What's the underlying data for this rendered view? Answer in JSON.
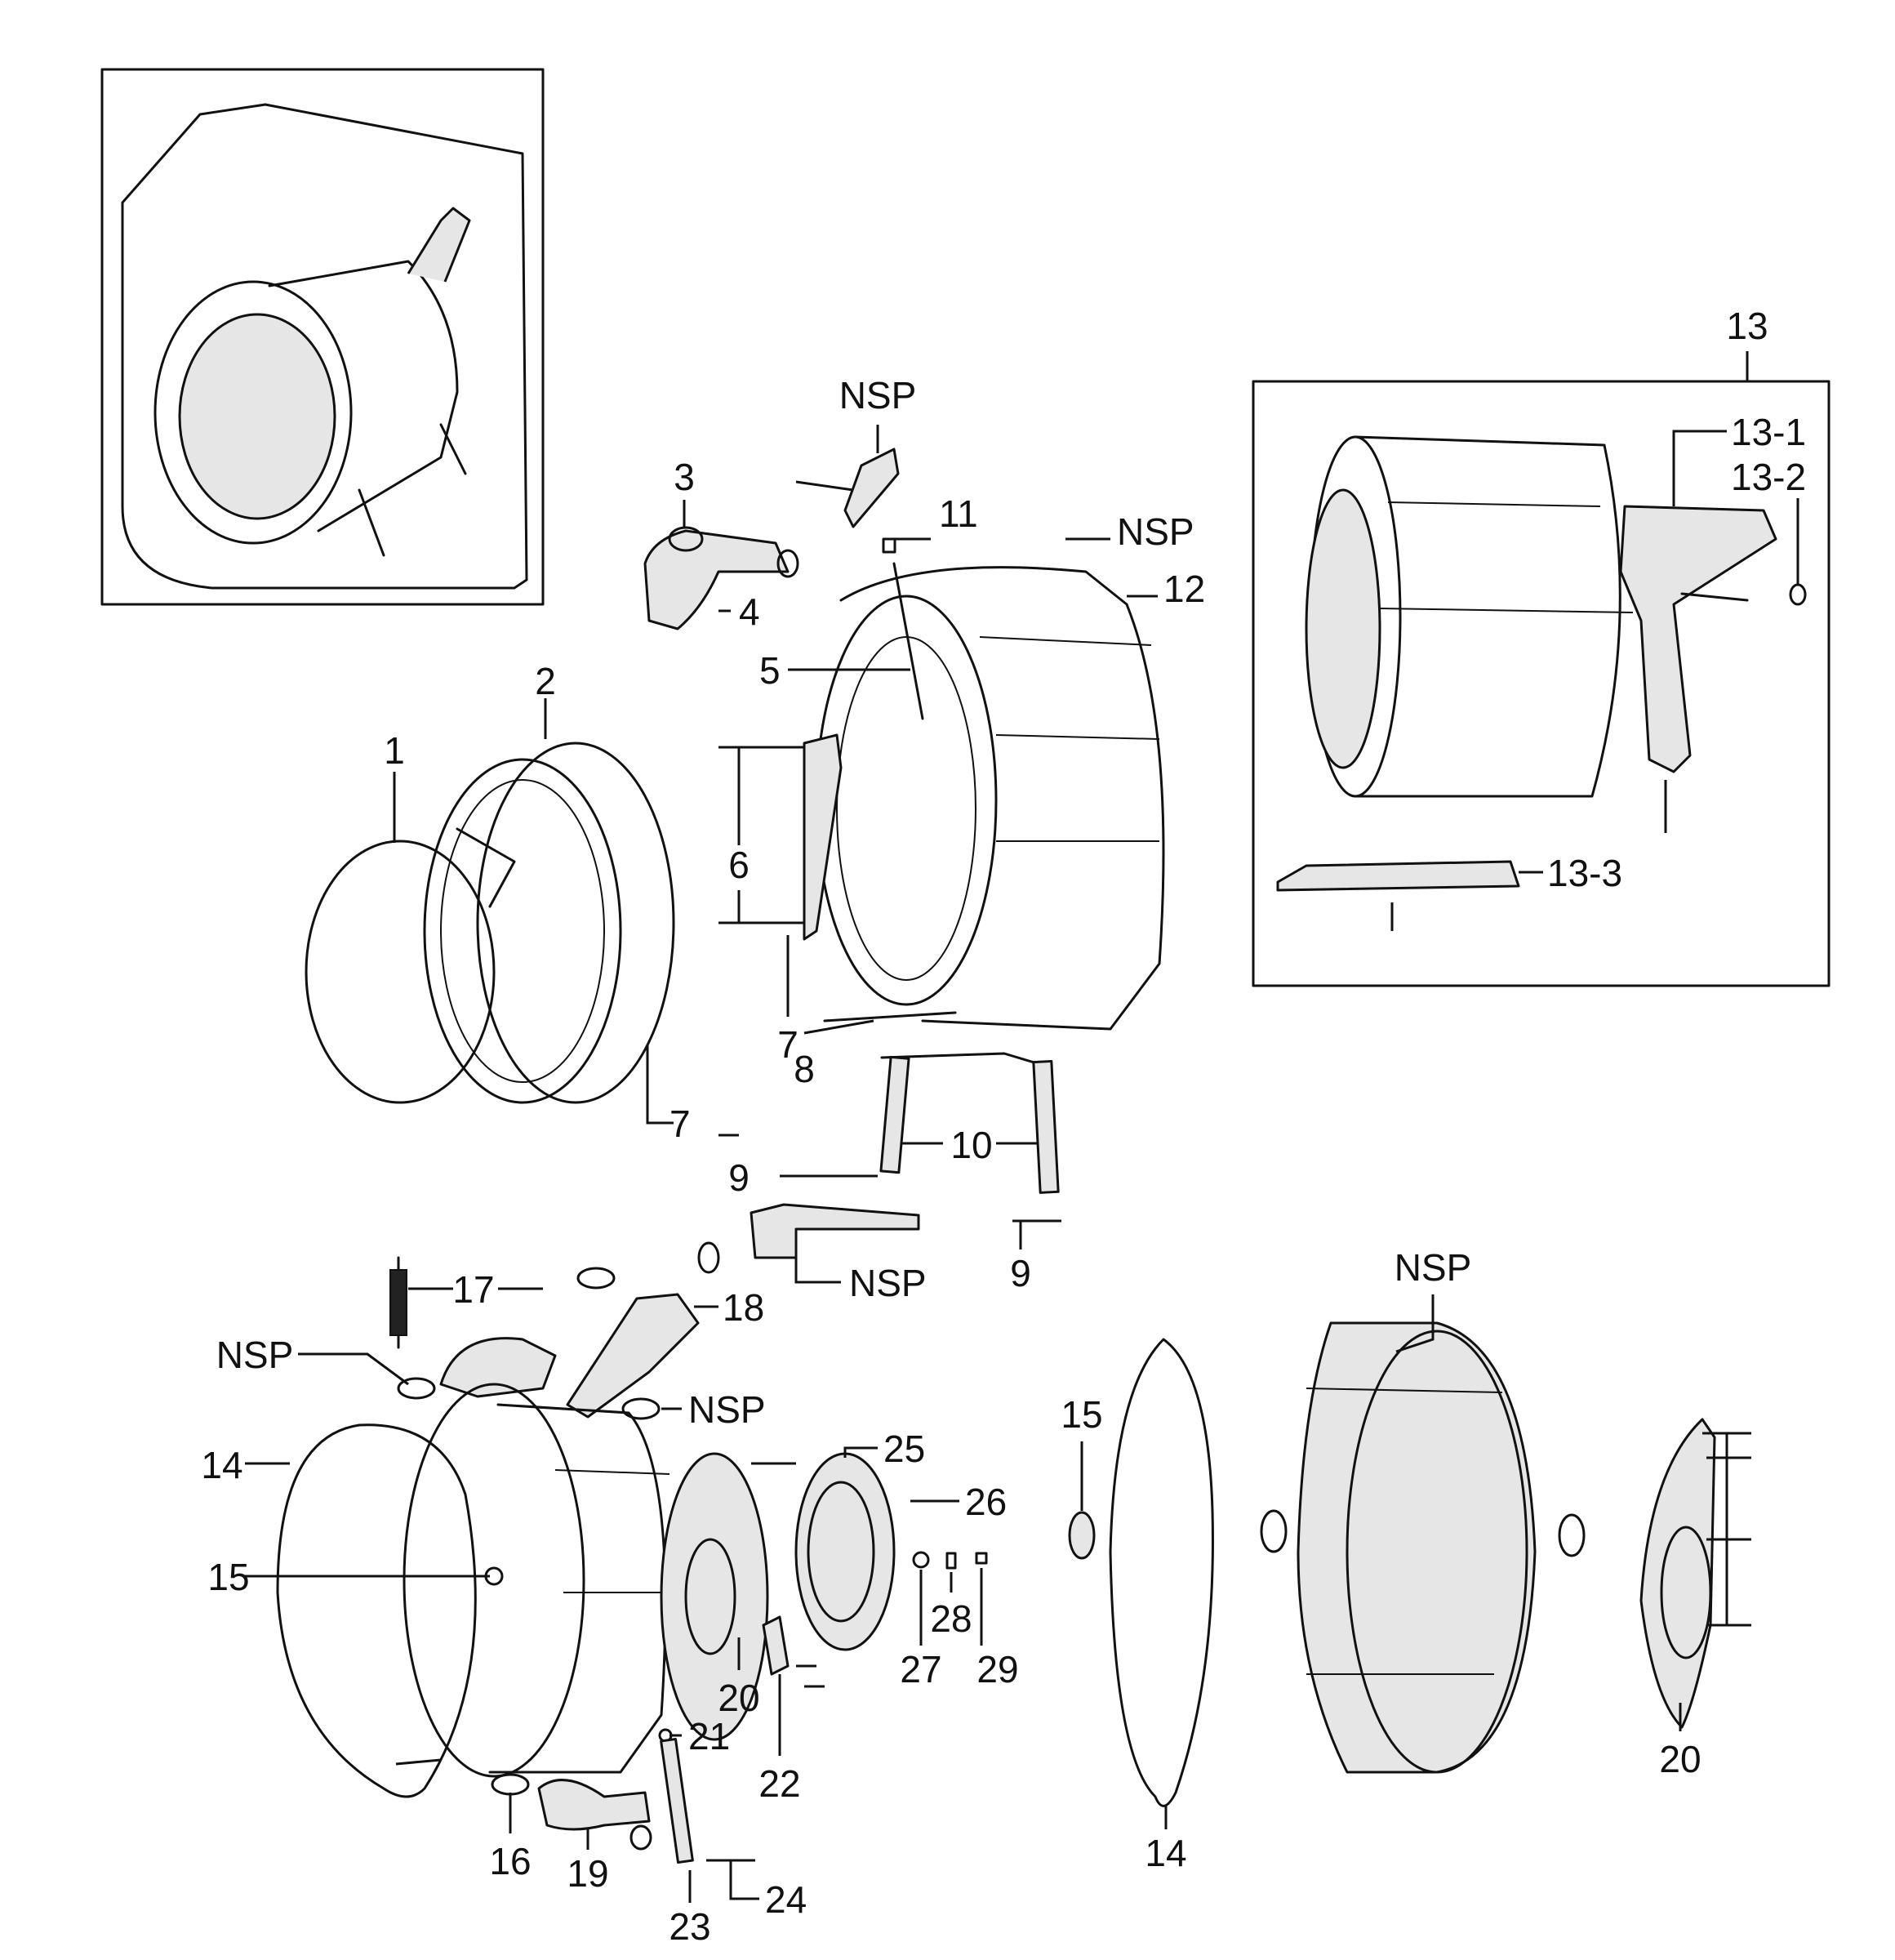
{
  "labels": {
    "l1": "1",
    "l2": "2",
    "l3": "3",
    "l4": "4",
    "l5": "5",
    "l6": "6",
    "l7a": "7",
    "l7b": "7",
    "l8": "8",
    "l9a": "9",
    "l9b": "9",
    "l10": "10",
    "l11": "11",
    "l12": "12",
    "l13": "13",
    "l13_1": "13-1",
    "l13_2": "13-2",
    "l13_3": "13-3",
    "l14a": "14",
    "l14b": "14",
    "l15a": "15",
    "l15b": "15",
    "l16": "16",
    "l17": "17",
    "l18": "18",
    "l19": "19",
    "l20a": "20",
    "l20b": "20",
    "l21": "21",
    "l22": "22",
    "l23": "23",
    "l24": "24",
    "l25": "25",
    "l26": "26",
    "l27": "27",
    "l28": "28",
    "l29": "29",
    "nsp1": "NSP",
    "nsp2": "NSP",
    "nsp3": "NSP",
    "nsp4": "NSP",
    "nsp5": "NSP",
    "nsp6": "NSP"
  }
}
